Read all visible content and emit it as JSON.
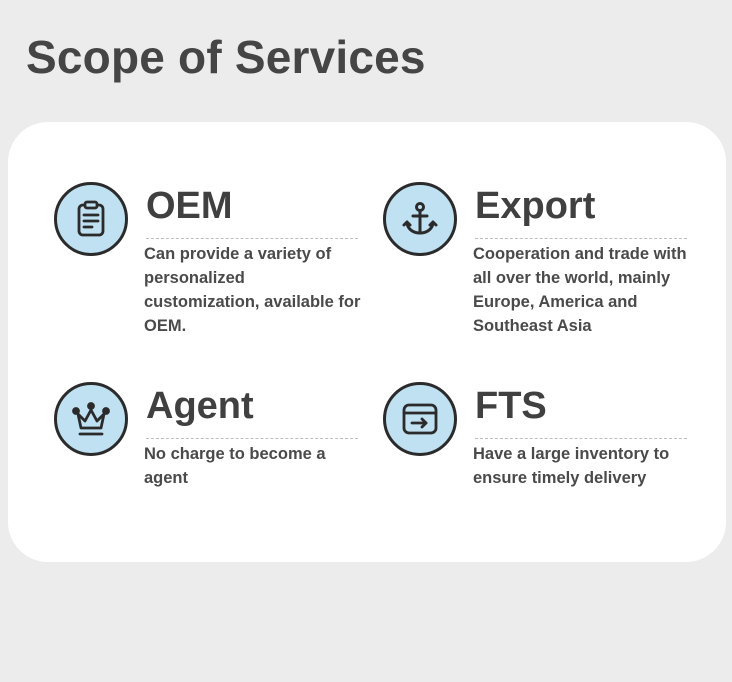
{
  "page": {
    "title": "Scope of Services"
  },
  "services": [
    {
      "title": "OEM",
      "description": "Can provide a variety of personalized customization, available for OEM.",
      "icon": "clipboard-icon"
    },
    {
      "title": "Export",
      "description": "Cooperation and trade with all over the world, mainly Europe, America and Southeast Asia",
      "icon": "anchor-icon"
    },
    {
      "title": "Agent",
      "description": "No charge to become a agent",
      "icon": "crown-icon"
    },
    {
      "title": "FTS",
      "description": "Have a large inventory to ensure timely delivery",
      "icon": "box-arrow-icon"
    }
  ],
  "colors": {
    "background": "#ececec",
    "card": "#ffffff",
    "icon_fill": "#bfe1f2",
    "icon_stroke": "#2b2b2b",
    "text": "#454545"
  }
}
